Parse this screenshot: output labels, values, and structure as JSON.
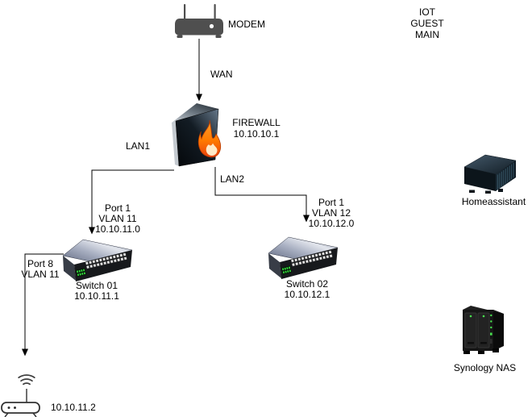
{
  "nodes": {
    "modem": {
      "label": "MODEM"
    },
    "firewall": {
      "name": "FIREWALL",
      "ip": "10.10.10.1"
    },
    "switch1": {
      "name": "Switch 01",
      "ip": "10.10.11.1"
    },
    "switch2": {
      "name": "Switch 02",
      "ip": "10.10.12.1"
    },
    "access_point": {
      "ip": "10.10.11.2"
    },
    "homeassistant": {
      "label": "Homeassistant"
    },
    "synology_nas": {
      "label": "Synology NAS"
    }
  },
  "links": {
    "wan": {
      "label": "WAN"
    },
    "lan1": {
      "label": "LAN1"
    },
    "lan2": {
      "label": "LAN2"
    },
    "firewall_to_switch1": {
      "port": "Port 1",
      "vlan": "VLAN 11",
      "network": "10.10.11.0"
    },
    "firewall_to_switch2": {
      "port": "Port 1",
      "vlan": "VLAN 12",
      "network": "10.10.12.0"
    },
    "switch1_to_access_point": {
      "port": "Port 8",
      "vlan": "VLAN 11"
    }
  },
  "networks_note": [
    "IOT",
    "GUEST",
    "MAIN"
  ],
  "icons": [
    "modem-icon",
    "firewall-icon",
    "flame-icon",
    "switch-icon",
    "wifi-router-icon",
    "server-icon",
    "nas-icon"
  ],
  "colors": {
    "background": "#ffffff",
    "line": "#000000",
    "text": "#000000",
    "flame_orange": "#ff7a00",
    "flame_red": "#e8420d",
    "flame_core": "#ffeac8",
    "led_green": "#35e03c",
    "switch_top": "#aeb5c4",
    "device_dark": "#16242c"
  }
}
